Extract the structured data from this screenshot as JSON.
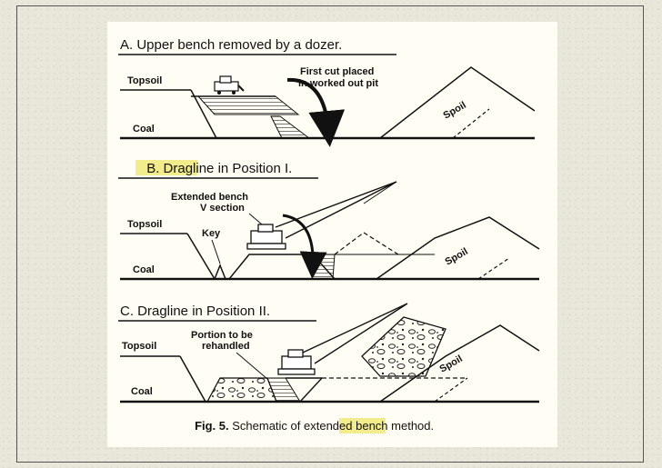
{
  "panels": {
    "a": {
      "title": "A. Upper bench removed by a dozer.",
      "topsoil": "Topsoil",
      "coal": "Coal",
      "note_line1": "First cut placed",
      "note_line2": "in worked out pit",
      "spoil": "Spoil"
    },
    "b": {
      "title_prefix": "B. ",
      "title_highlight": "Dragline",
      "title_suffix": " in Position I.",
      "ext_line1": "Extended bench",
      "ext_line2": "V section",
      "key": "Key",
      "topsoil": "Topsoil",
      "coal": "Coal",
      "spoil": "Spoil"
    },
    "c": {
      "title": "C. Dragline in Position II.",
      "topsoil": "Topsoil",
      "portion_line1": "Portion to be",
      "portion_line2": "rehandled",
      "coal": "Coal",
      "spoil": "Spoil"
    }
  },
  "caption": {
    "fig": "Fig. 5.",
    "text_before": " Schematic of ",
    "highlight": "extended",
    "text_after": " bench method."
  },
  "colors": {
    "highlight": "#f3ec8a",
    "ink": "#111111"
  }
}
